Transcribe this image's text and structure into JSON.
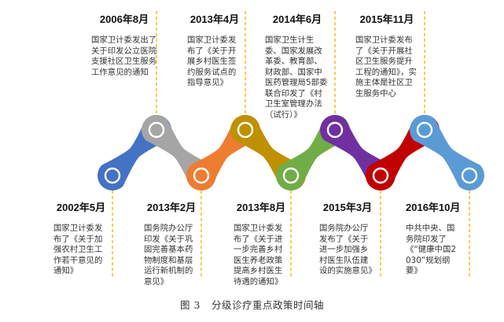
{
  "figure": {
    "caption_prefix": "图 3",
    "caption_title": "分级诊疗重点政策时间轴"
  },
  "colors": {
    "dash": "#F5C02B",
    "segments": [
      "#4472C4",
      "#A5A5A5",
      "#ED7D31",
      "#BF9000",
      "#70AD47",
      "#7030A0",
      "#C00000",
      "#5B9BD5"
    ]
  },
  "events": [
    {
      "date": "2002年5月",
      "position": "bottom",
      "desc": "国家卫计委发布了《关于加强农村卫生工作若干意见的通知》"
    },
    {
      "date": "2006年8月",
      "position": "top",
      "desc": "国家卫计委发出了关于印发公立医院支援社区卫生服务工作意见的通知"
    },
    {
      "date": "2013年2月",
      "position": "bottom",
      "desc": "国务院办公厅印发《关于巩固完善基本药物制度和基层运行新机制的意见》"
    },
    {
      "date": "2013年4月",
      "position": "top",
      "desc": "国家卫计委发布了《关于开展乡村医生签约服务试点的指导意见》"
    },
    {
      "date": "2013年8月",
      "position": "bottom",
      "desc": "国家卫计委发布了《关于进一步完善乡村医生养老政策提高乡村医生待遇的通知》"
    },
    {
      "date": "2014年6月",
      "position": "top",
      "desc": "国家卫生计生委、国家发展改革委、教育部、财政部、国家中医药管理局5部委联合印发了《村卫生室管理办法（试行）》"
    },
    {
      "date": "2015年3月",
      "position": "bottom",
      "desc": "国务院办公厅发布了《关于进一步加强乡村医生队伍建设的实施意见》"
    },
    {
      "date": "2015年11月",
      "position": "top",
      "desc": "国家卫计委发布了《关于开展社区卫生服务提升工程的通知》，实施主体是社区卫生服务中心"
    },
    {
      "date": "2016年10月",
      "position": "bottom",
      "desc": "中共中央、国务院印发了《“健康中国2030”规划纲要》"
    }
  ]
}
